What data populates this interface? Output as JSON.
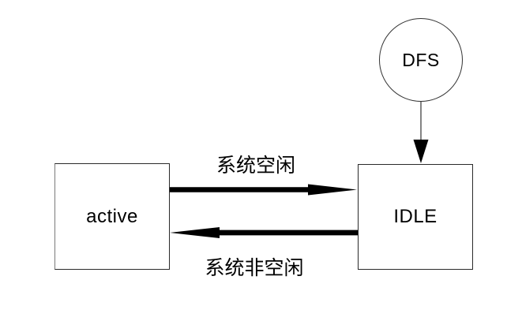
{
  "diagram": {
    "background": "#ffffff",
    "line_color": "#000000",
    "connector_color": "#666666",
    "nodes": [
      {
        "id": "dfs",
        "shape": "circle",
        "label": "DFS"
      },
      {
        "id": "active",
        "shape": "rect",
        "label": "active"
      },
      {
        "id": "idle",
        "shape": "rect",
        "label": "IDLE"
      }
    ],
    "edges": [
      {
        "from": "dfs",
        "to": "idle",
        "label": ""
      },
      {
        "from": "active",
        "to": "idle",
        "label": "系统空闲"
      },
      {
        "from": "idle",
        "to": "active",
        "label": "系统非空闲"
      }
    ]
  }
}
